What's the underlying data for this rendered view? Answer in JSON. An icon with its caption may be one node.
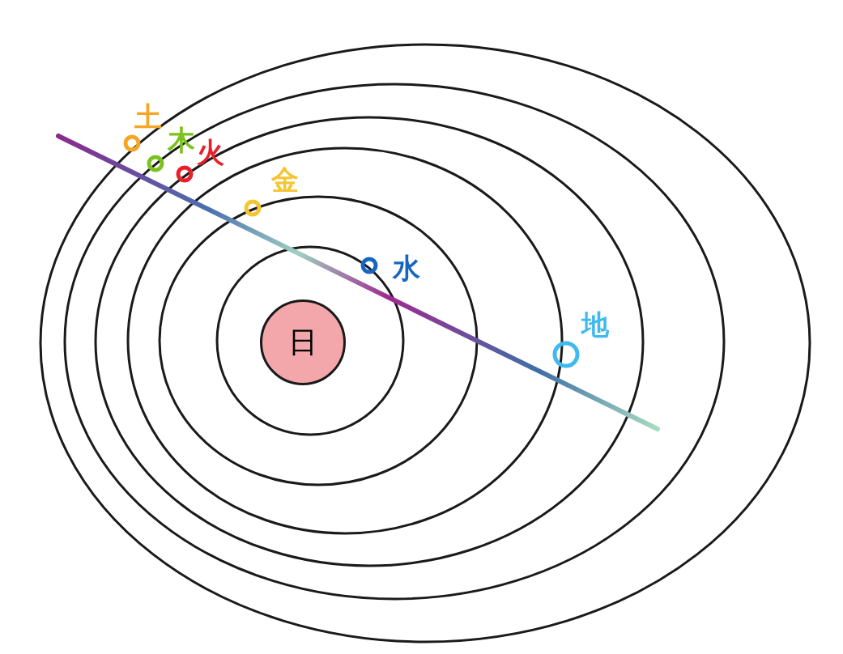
{
  "diagram": {
    "nodes": [
      {
        "text": [
          "日"
        ]
      },
      {
        "text": [],
        "shape": "circle",
        "beside": [
          "土"
        ]
      },
      {
        "text": [],
        "shape": "circle",
        "beside": [
          "木"
        ]
      },
      {
        "text": [],
        "shape": "circle",
        "beside": [
          "火"
        ]
      },
      {
        "text": [],
        "shape": "circle",
        "beside": [
          "金"
        ]
      },
      {
        "text": [],
        "shape": "circle",
        "beside": [
          "水"
        ]
      },
      {
        "text": [],
        "shape": "circle",
        "beside": [
          "地"
        ]
      }
    ]
  }
}
